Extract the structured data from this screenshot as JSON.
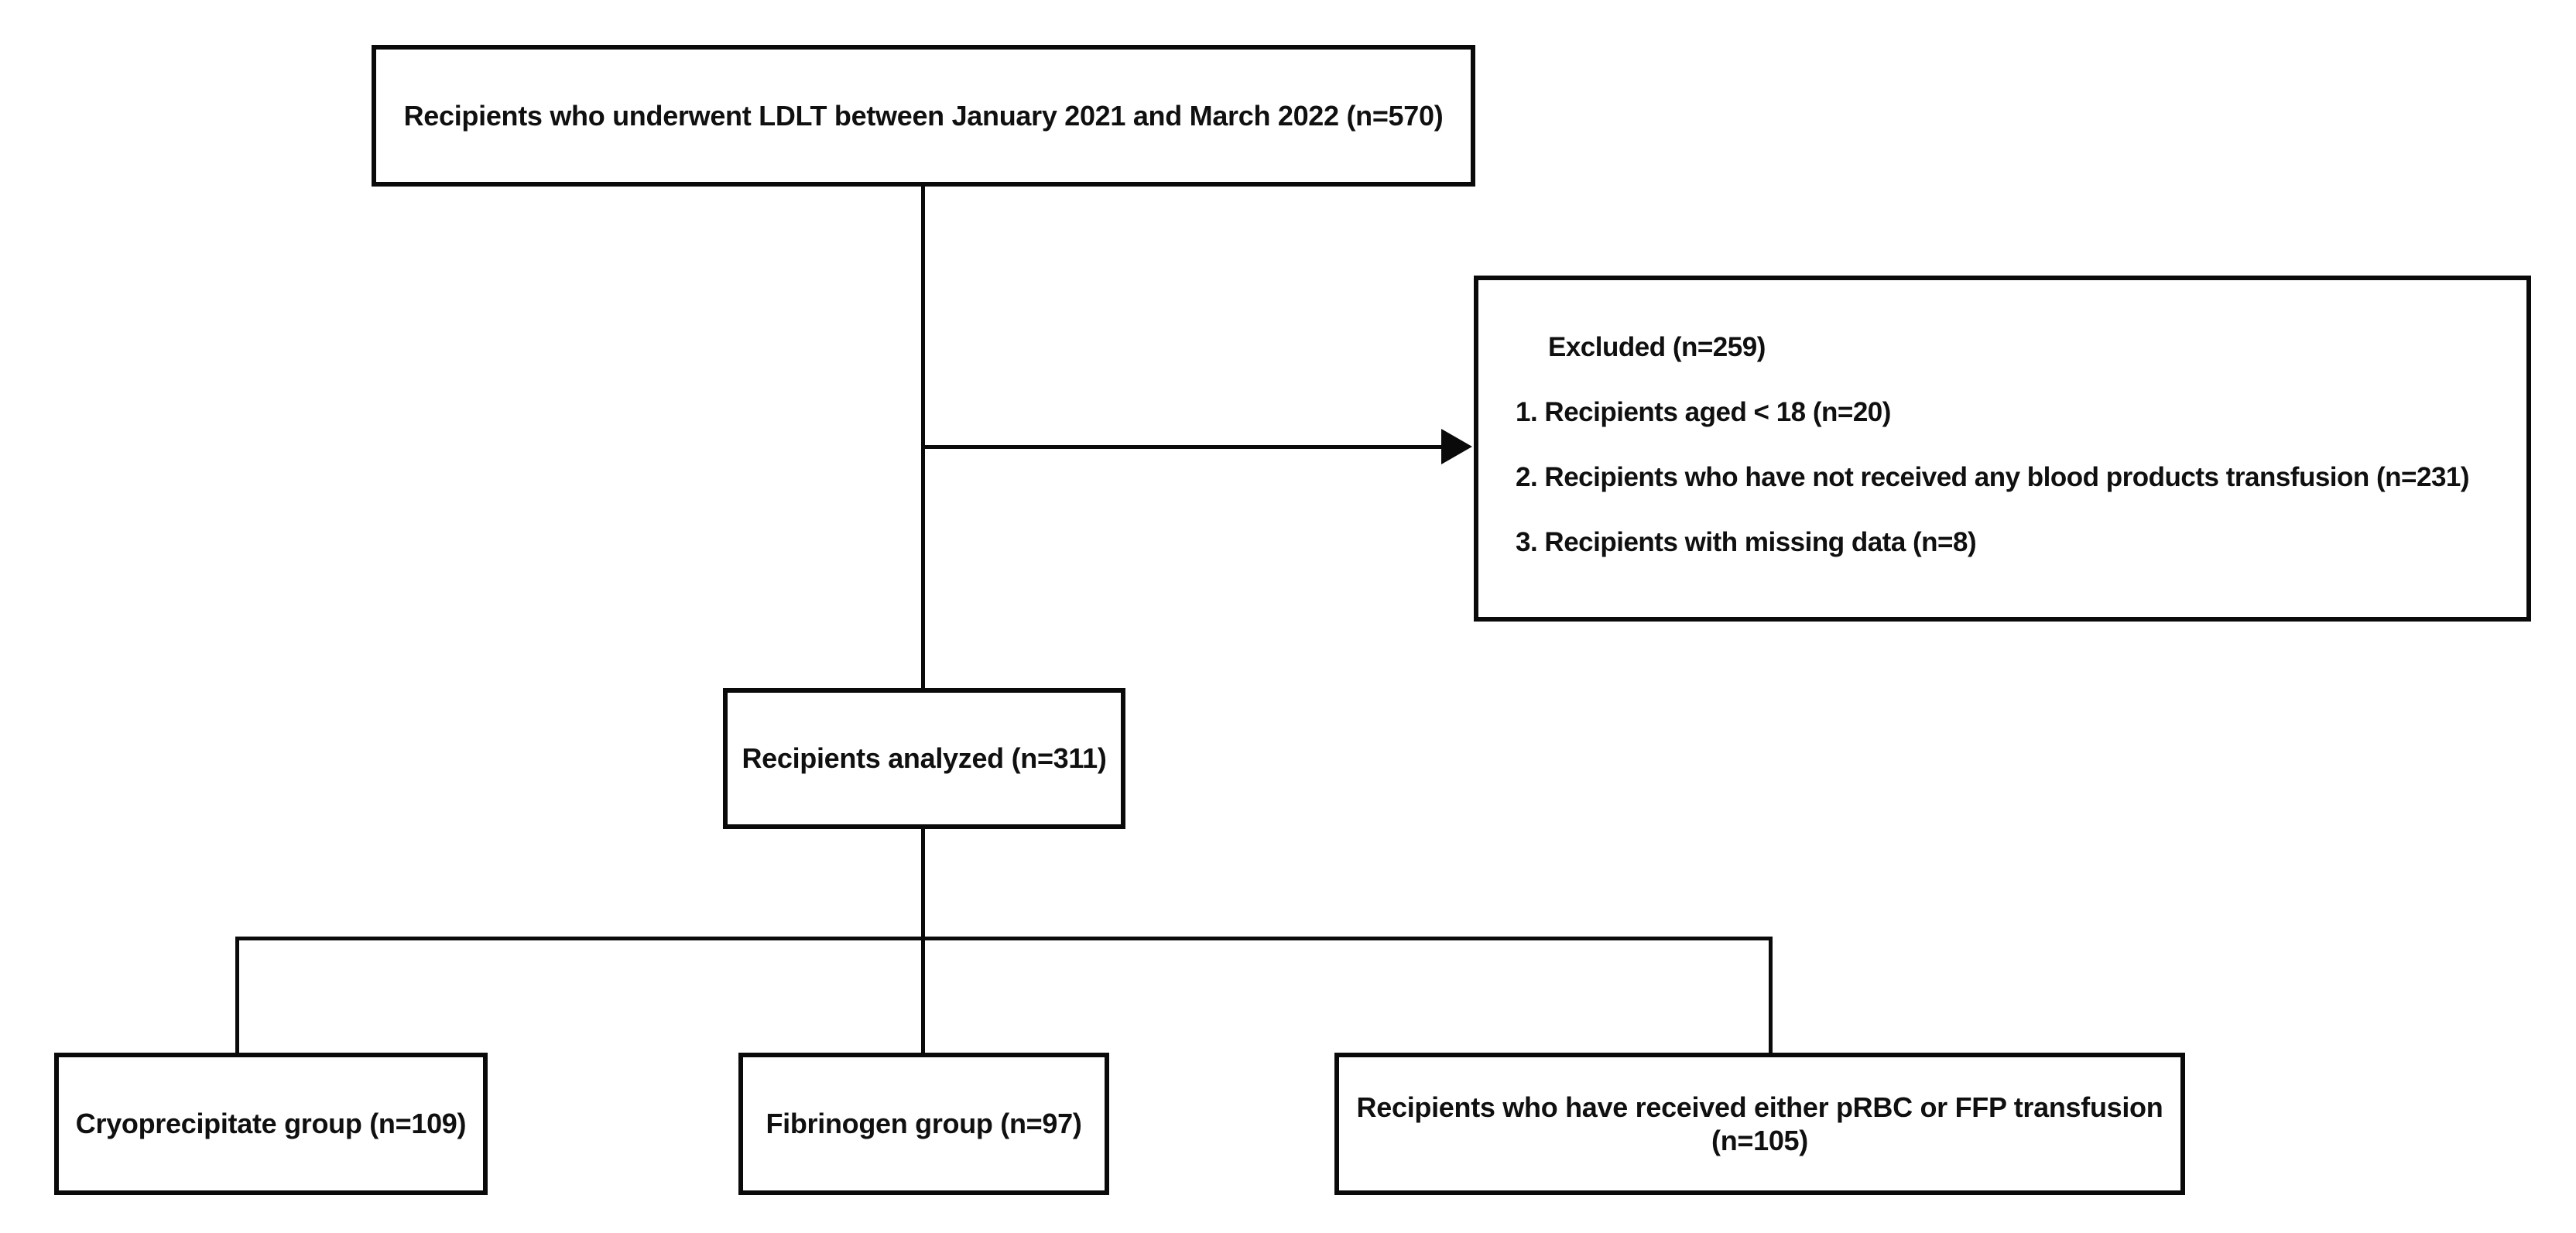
{
  "diagram": {
    "background_color": "#ffffff",
    "line_color": "#0a0a0a",
    "text_color": "#101010",
    "top_box": {
      "label": "Recipients who underwent LDLT between January 2021 and March 2022 (n=570)"
    },
    "excluded_box": {
      "title": "Excluded (n=259)",
      "items": [
        "1. Recipients aged < 18 (n=20)",
        "2. Recipients who have not received any blood products transfusion (n=231)",
        "3. Recipients with missing data (n=8)"
      ]
    },
    "analyzed_box": {
      "label": "Recipients analyzed (n=311)"
    },
    "group_boxes": {
      "cryoprecipitate": {
        "label": "Cryoprecipitate group (n=109)"
      },
      "fibrinogen": {
        "label": "Fibrinogen group (n=97)"
      },
      "prbc_ffp": {
        "label_line1": "Recipients who have received either pRBC or FFP transfusion",
        "label_line2": "(n=105)"
      }
    }
  }
}
